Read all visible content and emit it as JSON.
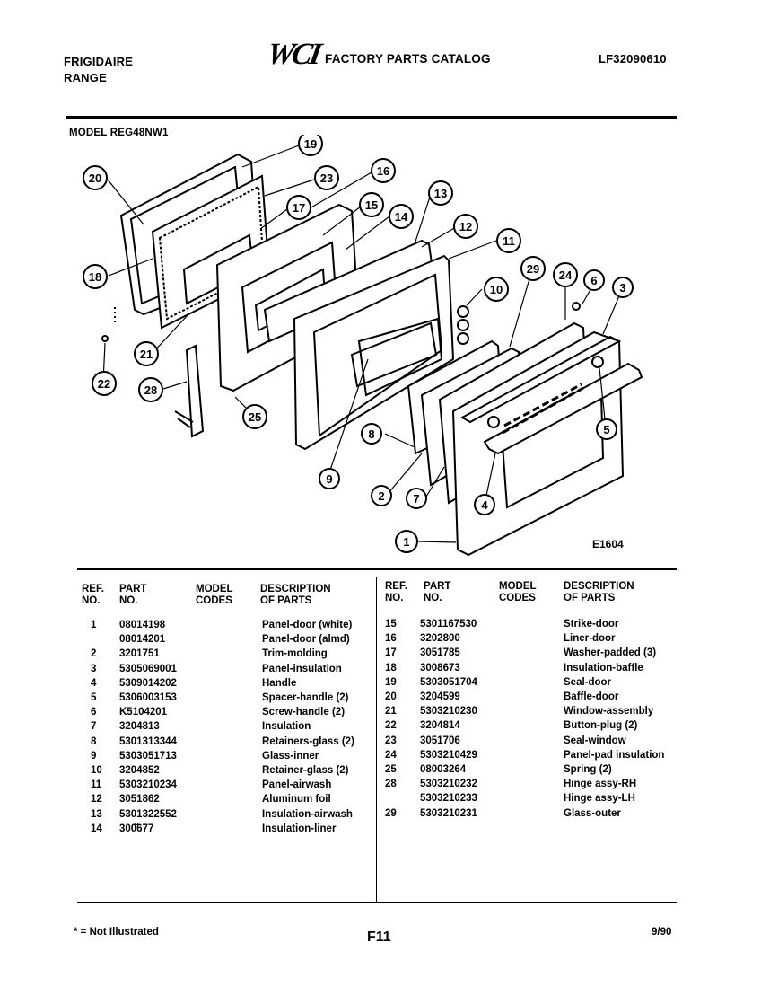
{
  "header": {
    "brand_line1": "FRIGIDAIRE",
    "brand_line2": "RANGE",
    "logo": "WCI",
    "catalog_title": "FACTORY PARTS CATALOG",
    "catalog_number": "LF32090610"
  },
  "model_line": "MODEL REG48NW1",
  "diagram": {
    "figure_id": "E1604",
    "callouts": [
      "20",
      "19",
      "23",
      "16",
      "17",
      "15",
      "14",
      "13",
      "12",
      "11",
      "18",
      "10",
      "29",
      "24",
      "6",
      "3",
      "21",
      "22",
      "28",
      "25",
      "8",
      "5",
      "9",
      "2",
      "7",
      "4",
      "1"
    ]
  },
  "table": {
    "headers": {
      "ref": "REF.\nNO.",
      "part": "PART\nNO.",
      "model": "MODEL\nCODES",
      "desc": "DESCRIPTION\nOF PARTS"
    },
    "left_rows": [
      {
        "ref": "1",
        "part": "08014198",
        "desc": "Panel-door (white)"
      },
      {
        "ref": "",
        "part": "08014201",
        "desc": "Panel-door (almd)"
      },
      {
        "ref": "2",
        "part": "3201751",
        "desc": "Trim-molding"
      },
      {
        "ref": "3",
        "part": "5305069001",
        "desc": "Panel-insulation"
      },
      {
        "ref": "4",
        "part": "5309014202",
        "desc": "Handle"
      },
      {
        "ref": "5",
        "part": "5306003153",
        "desc": "Spacer-handle (2)"
      },
      {
        "ref": "6",
        "part": "K5104201",
        "desc": "Screw-handle (2)"
      },
      {
        "ref": "7",
        "part": "3204813",
        "desc": "Insulation"
      },
      {
        "ref": "8",
        "part": "5301313344",
        "desc": "Retainers-glass (2)"
      },
      {
        "ref": "9",
        "part": "5303051713",
        "desc": "Glass-inner"
      },
      {
        "ref": "10",
        "part": "3204852",
        "desc": "Retainer-glass (2)"
      },
      {
        "ref": "11",
        "part": "5303210234",
        "desc": "Panel-airwash"
      },
      {
        "ref": "12",
        "part": "3051862",
        "desc": "Aluminum foil"
      },
      {
        "ref": "13",
        "part": "5301322552",
        "desc": "Insulation-airwash"
      },
      {
        "ref": "14",
        "part": "300̆677",
        "desc": "Insulation-liner"
      }
    ],
    "right_rows": [
      {
        "ref": "15",
        "part": "5301167530",
        "desc": "Strike-door"
      },
      {
        "ref": "16",
        "part": "3202800",
        "desc": "Liner-door"
      },
      {
        "ref": "17",
        "part": "3051785",
        "desc": "Washer-padded (3)"
      },
      {
        "ref": "18",
        "part": "3008673",
        "desc": "Insulation-baffle"
      },
      {
        "ref": "19",
        "part": "5303051704",
        "desc": "Seal-door"
      },
      {
        "ref": "20",
        "part": "3204599",
        "desc": "Baffle-door"
      },
      {
        "ref": "21",
        "part": "5303210230",
        "desc": "Window-assembly"
      },
      {
        "ref": "22",
        "part": "3204814",
        "desc": "Button-plug (2)"
      },
      {
        "ref": "23",
        "part": "3051706",
        "desc": "Seal-window"
      },
      {
        "ref": "24",
        "part": "5303210429",
        "desc": "Panel-pad insulation"
      },
      {
        "ref": "25",
        "part": "08003264",
        "desc": "Spring (2)"
      },
      {
        "ref": "28",
        "part": "5303210232",
        "desc": "Hinge assy-RH"
      },
      {
        "ref": "",
        "part": "5303210233",
        "desc": "Hinge assy-LH"
      },
      {
        "ref": "29",
        "part": "5303210231",
        "desc": "Glass-outer"
      }
    ]
  },
  "footer": {
    "note": "* = Not Illustrated",
    "page": "F11",
    "date": "9/90"
  }
}
